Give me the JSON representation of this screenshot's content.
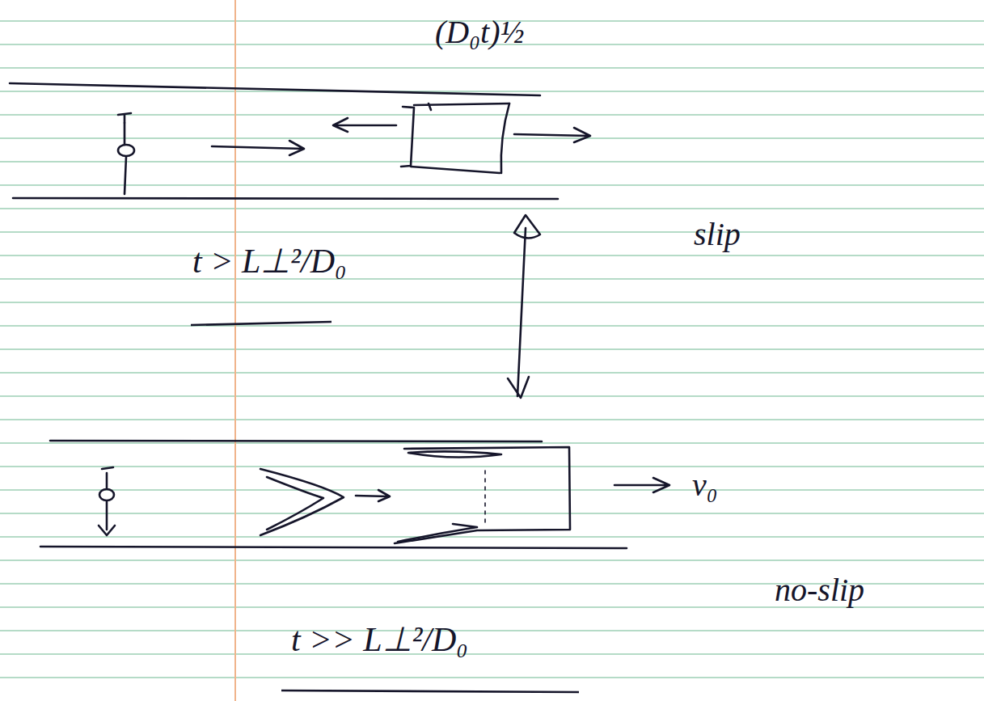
{
  "diagram": {
    "labels": [
      "(D₀t)½",
      "t > L⊥²/D₀",
      "slip",
      "v₀",
      "no-slip",
      "t >> L⊥²/D₀"
    ]
  }
}
